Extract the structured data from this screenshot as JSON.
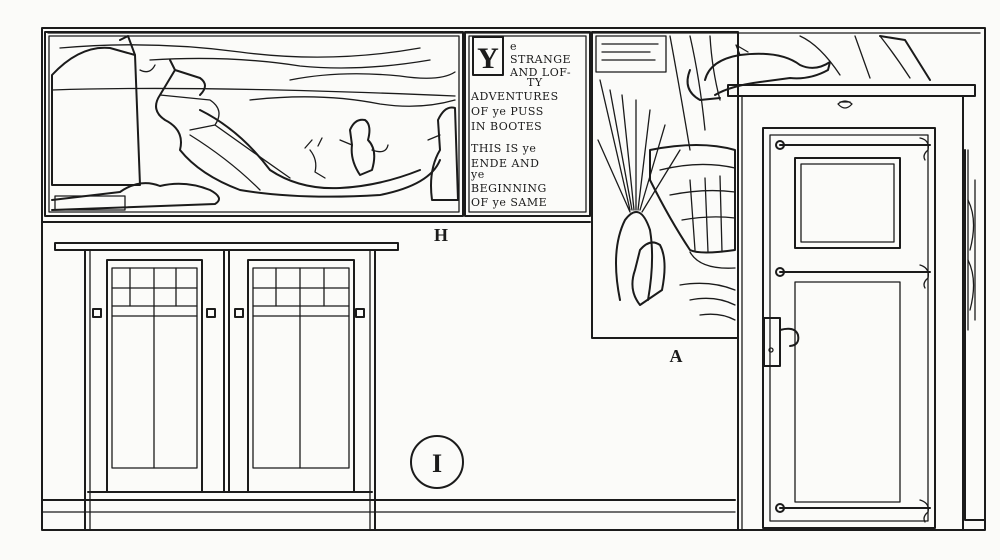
{
  "frieze_text": {
    "initial": "Y",
    "lines": [
      "e",
      "STRANGE",
      "AND LOF-",
      "TY",
      "ADVENTURES",
      "OF ye PUSS",
      "IN BOOTES",
      "THIS IS ye",
      "ENDE AND",
      "ye",
      "BEGINNING",
      "OF ye SAME"
    ]
  },
  "labels": {
    "h": "H",
    "a": "A",
    "circle_numeral": "I"
  }
}
